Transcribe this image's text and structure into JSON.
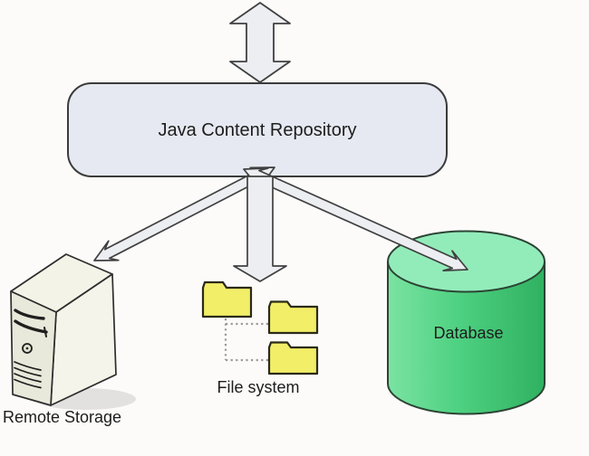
{
  "diagram": {
    "kind": "architecture-diagram",
    "nodes": {
      "repository": {
        "label": "Java Content Repository"
      },
      "remote_storage": {
        "label": "Remote Storage"
      },
      "file_system": {
        "label": "File system"
      },
      "database": {
        "label": "Database"
      }
    },
    "arrows": {
      "top_external": {
        "connects": "external <-> repository",
        "direction": "bidirectional",
        "orientation": "vertical"
      },
      "to_remote_storage": {
        "connects": "repository <-> remote storage",
        "direction": "bidirectional",
        "orientation": "diagonal-left"
      },
      "to_file_system": {
        "connects": "repository -> file system",
        "direction": "downward",
        "orientation": "vertical"
      },
      "to_database": {
        "connects": "repository <-> database",
        "direction": "bidirectional",
        "orientation": "diagonal-right"
      }
    },
    "colors": {
      "background": "#fcfbfa",
      "box_fill": "#e6e9f1",
      "box_border": "#3b3b3b",
      "arrow_fill": "#eceef2",
      "arrow_border": "#404040",
      "folder_fill": "#f2ee68",
      "folder_border": "#2b2a18",
      "db_top_fill": "#92ecba",
      "db_body_light": "#7be3a2",
      "db_body_dark": "#2fb161",
      "db_border": "#2c4434",
      "server_front": "#e8e9da",
      "server_side": "#f4f4ea",
      "server_top": "#f3f4e7",
      "server_border": "#2e2e2e",
      "connector_dots": "#9a9a9a",
      "label_text": "#1d1d1d"
    }
  }
}
